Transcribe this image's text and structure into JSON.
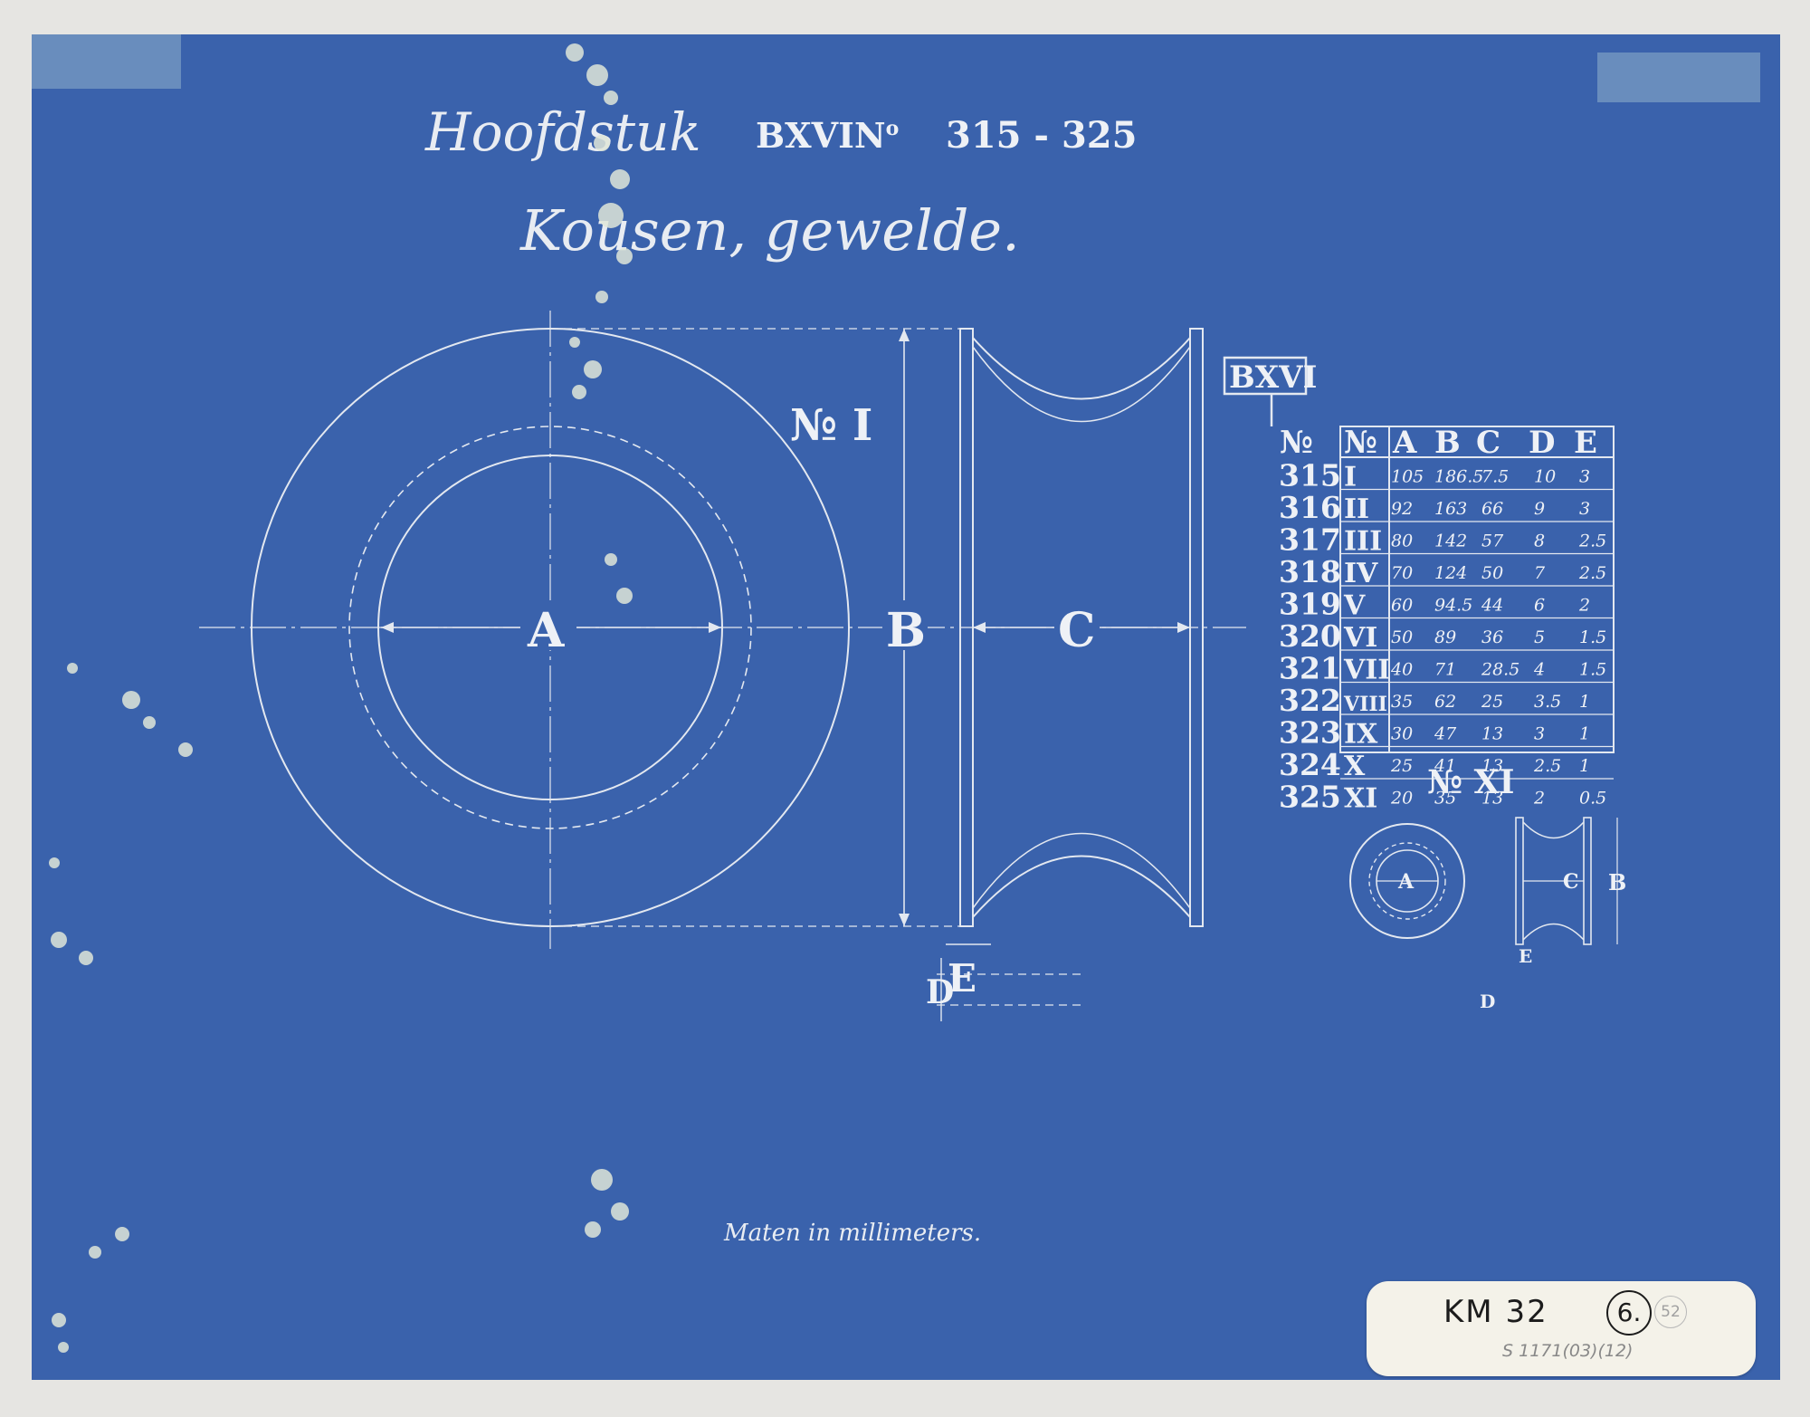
{
  "header": {
    "title_script": "Hoofdstuk",
    "title_code": "BXVIN",
    "title_no_mark": "o",
    "title_range": "315 - 325",
    "subtitle": "Kousen, gewelde."
  },
  "main_view": {
    "label": "№ I",
    "dim_a": "A",
    "dim_b": "B",
    "dim_c": "C",
    "dim_d": "D",
    "dim_e": "E"
  },
  "table": {
    "group": "BXVI",
    "headers": [
      "№",
      "№",
      "A",
      "B",
      "C",
      "D",
      "E"
    ],
    "rows": [
      {
        "no": "315",
        "roman": "I",
        "A": "105",
        "B": "186.5",
        "C": "7.5",
        "D": "10",
        "E": "3"
      },
      {
        "no": "316",
        "roman": "II",
        "A": "92",
        "B": "163",
        "C": "66",
        "D": "9",
        "E": "3"
      },
      {
        "no": "317",
        "roman": "III",
        "A": "80",
        "B": "142",
        "C": "57",
        "D": "8",
        "E": "2.5"
      },
      {
        "no": "318",
        "roman": "IV",
        "A": "70",
        "B": "124",
        "C": "50",
        "D": "7",
        "E": "2.5"
      },
      {
        "no": "319",
        "roman": "V",
        "A": "60",
        "B": "94.5",
        "C": "44",
        "D": "6",
        "E": "2"
      },
      {
        "no": "320",
        "roman": "VI",
        "A": "50",
        "B": "89",
        "C": "36",
        "D": "5",
        "E": "1.5"
      },
      {
        "no": "321",
        "roman": "VII",
        "A": "40",
        "B": "71",
        "C": "28.5",
        "D": "4",
        "E": "1.5"
      },
      {
        "no": "322",
        "roman": "VIII",
        "A": "35",
        "B": "62",
        "C": "25",
        "D": "3.5",
        "E": "1"
      },
      {
        "no": "323",
        "roman": "IX",
        "A": "30",
        "B": "47",
        "C": "13",
        "D": "3",
        "E": "1"
      },
      {
        "no": "324",
        "roman": "X",
        "A": "25",
        "B": "41",
        "C": "13",
        "D": "2.5",
        "E": "1"
      },
      {
        "no": "325",
        "roman": "XI",
        "A": "20",
        "B": "35",
        "C": "13",
        "D": "2",
        "E": "0.5"
      }
    ]
  },
  "small_view": {
    "label": "№ XI",
    "dim_a": "A",
    "dim_b": "B",
    "dim_c": "C",
    "dim_d": "D",
    "dim_e": "E"
  },
  "footer": {
    "units_note": "Maten in millimeters."
  },
  "archive_label": {
    "code": "KM 32",
    "circled": "6.",
    "faint_circled": "52",
    "sub": "S 1171(03)(12)"
  },
  "colors": {
    "paper": "#3a62ac",
    "ink": "#eef1f6",
    "label": "#f4f2e9"
  }
}
